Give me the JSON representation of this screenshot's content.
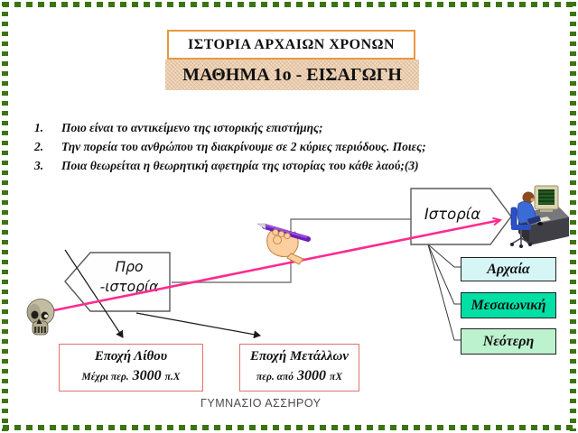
{
  "page": {
    "frame_color": "#3B7410",
    "background": "#FFFFFF"
  },
  "header": {
    "title": "ΙΣΤΟΡΙΑ ΑΡΧΑΙΩΝ ΧΡΟΝΩΝ",
    "title_border_color": "#E8993F",
    "subtitle": "ΜΑΘΗΜΑ 1ο - ΕΙΣΑΓΩΓΗ",
    "subtitle_bg_color": "#F1DAC0"
  },
  "questions": [
    {
      "num": "1.",
      "text": "Ποιο είναι το αντικείμενο της ιστορικής επιστήμης;"
    },
    {
      "num": "2.",
      "text": "Την πορεία του ανθρώπου τη διακρίνουμε σε 2 κύριες περιόδους. Ποιες;"
    },
    {
      "num": "3.",
      "text": "Ποια θεωρείται η θεωρητική αφετηρία της ιστορίας του κάθε λαού;(3)"
    }
  ],
  "diagram": {
    "prehistory": {
      "line1": "Προ",
      "line2": "-ιστορία"
    },
    "history": {
      "label": "Ιστορία"
    },
    "timeline_arrow_color": "#FF2B90",
    "periods": [
      {
        "label": "Αρχαία",
        "color": "#D6F6F6"
      },
      {
        "label": "Μεσαιωνική",
        "color": "#00E0A4"
      },
      {
        "label": "Νεότερη",
        "color": "#BCF2CD"
      }
    ],
    "era_boxes": [
      {
        "title": "Εποχή Λίθου",
        "prefix": "Μέχρι περ.",
        "year": "3000",
        "suffix": "π.Χ"
      },
      {
        "title": "Εποχή Μετάλλων",
        "prefix": "περ. από",
        "year": "3000",
        "suffix": "πΧ"
      }
    ],
    "icons": [
      "skull-icon",
      "hand-pen-icon",
      "person-computer-icon"
    ]
  },
  "footer": {
    "school": "ΓΥΜΝΑΣΙΟ ΑΣΣΗΡΟΥ"
  }
}
